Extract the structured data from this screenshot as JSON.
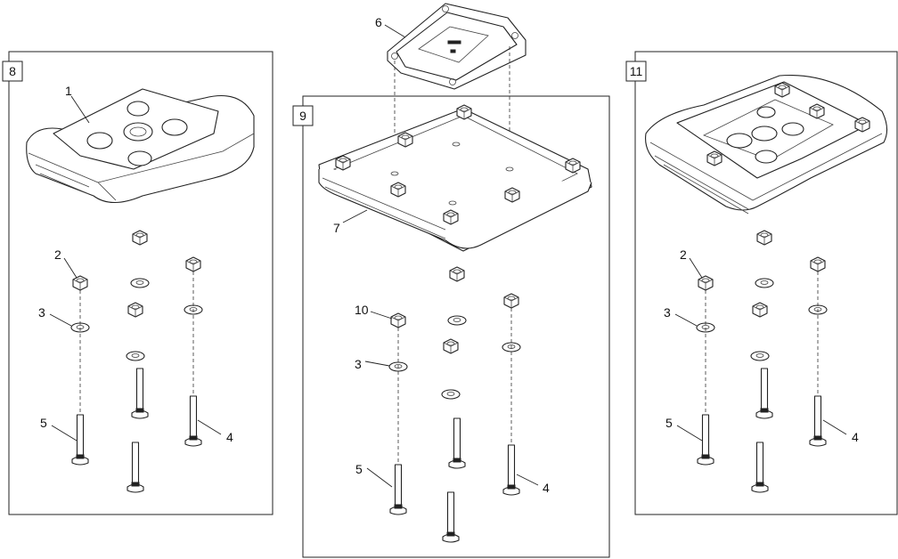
{
  "groups": [
    {
      "id": "8",
      "label": "8"
    },
    {
      "id": "9",
      "label": "9"
    },
    {
      "id": "11",
      "label": "11"
    }
  ],
  "callouts": {
    "c1": "1",
    "c2_left": "2",
    "c3_left": "3",
    "c4_left": "4",
    "c5_left": "5",
    "c6": "6",
    "c7": "7",
    "c10": "10",
    "c3_mid": "3",
    "c4_mid": "4",
    "c5_mid": "5",
    "c2_right": "2",
    "c3_right": "3",
    "c4_right": "4",
    "c5_right": "5"
  }
}
